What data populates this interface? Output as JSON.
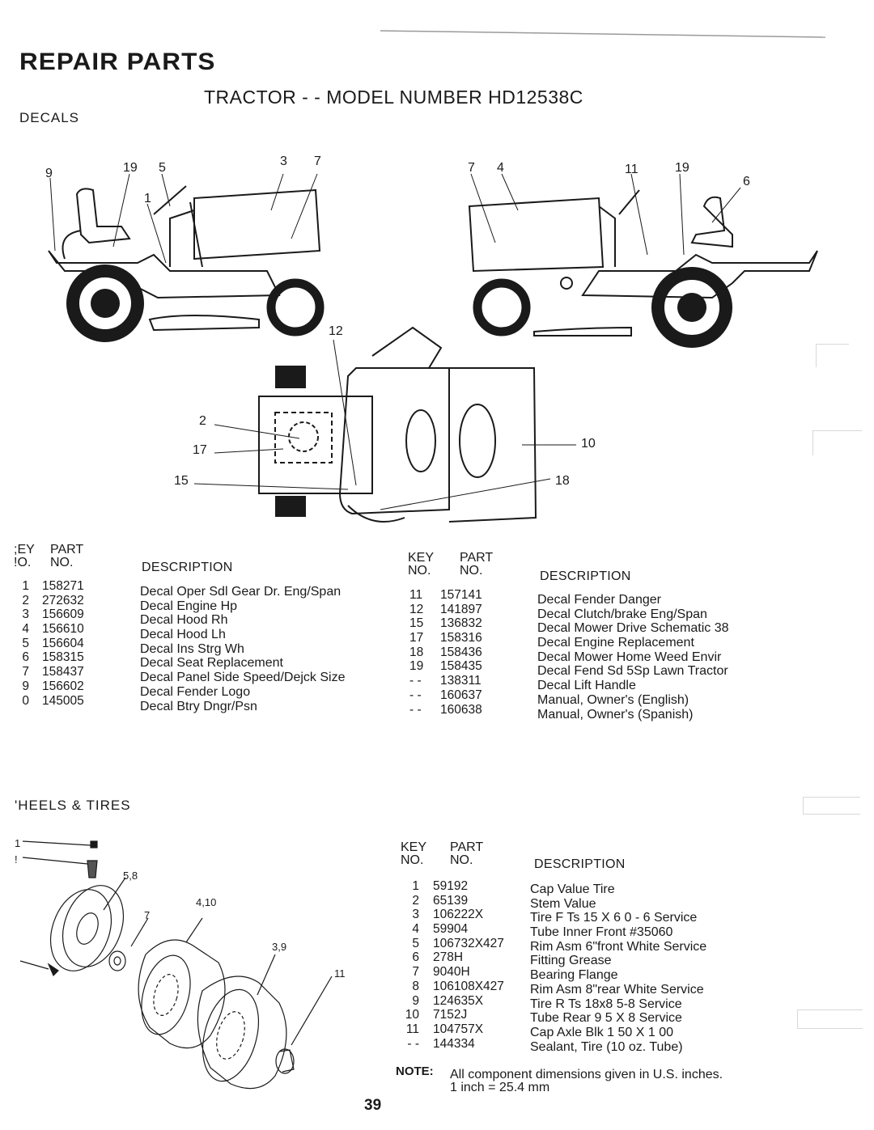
{
  "header": {
    "title": "REPAIR PARTS",
    "model_line": "TRACTOR - - MODEL NUMBER HD12538C",
    "section_decals": "DECALS",
    "section_wheels": "'HEELS & TIRES"
  },
  "decals_diagram": {
    "callouts_left": [
      "9",
      "19",
      "5",
      "3",
      "7",
      "1"
    ],
    "callouts_right": [
      "7",
      "4",
      "11",
      "19",
      "6"
    ],
    "callouts_top": [
      "12",
      "2",
      "17",
      "15",
      "10",
      "18"
    ]
  },
  "decals_table_left": {
    "header_key": [
      ";EY",
      "!O."
    ],
    "header_part": [
      "PART",
      "NO."
    ],
    "header_desc": "DESCRIPTION",
    "keys": [
      "1",
      "2",
      "3",
      "4",
      "5",
      "6",
      "7",
      "9",
      "0"
    ],
    "parts": [
      "158271",
      "272632",
      "156609",
      "156610",
      "156604",
      "158315",
      "158437",
      "156602",
      "145005"
    ],
    "descs": [
      "Decal Oper Sdl Gear Dr. Eng/Span",
      "Decal Engine Hp",
      "Decal Hood Rh",
      "Decal Hood Lh",
      "Decal Ins Strg Wh",
      "Decal Seat Replacement",
      "Decal Panel Side Speed/Dejck Size",
      "Decal Fender Logo",
      "Decal Btry Dngr/Psn"
    ]
  },
  "decals_table_right": {
    "header_key": [
      "KEY",
      "NO."
    ],
    "header_part": [
      "PART",
      "NO."
    ],
    "header_desc": "DESCRIPTION",
    "keys": [
      "11",
      "12",
      "15",
      "17",
      "18",
      "19",
      "- -",
      "- -",
      "- -"
    ],
    "parts": [
      "157141",
      "141897",
      "136832",
      "158316",
      "158436",
      "158435",
      "138311",
      "160637",
      "160638"
    ],
    "descs": [
      "Decal Fender Danger",
      "Decal Clutch/brake Eng/Span",
      "Decal Mower Drive Schematic 38",
      "Decal Engine Replacement",
      "Decal Mower Home Weed Envir",
      "Decal Fend Sd 5Sp Lawn Tractor",
      "Decal Lift Handle",
      "Manual, Owner's (English)",
      "Manual, Owner's (Spanish)"
    ]
  },
  "wheels_diagram": {
    "callouts": [
      "1",
      "!",
      "5,8",
      "4,10",
      "7",
      "3,9",
      "11"
    ]
  },
  "wheels_table": {
    "header_key": [
      "KEY",
      "NO."
    ],
    "header_part": [
      "PART",
      "NO."
    ],
    "header_desc": "DESCRIPTION",
    "keys": [
      "1",
      "2",
      "3",
      "4",
      "5",
      "6",
      "7",
      "8",
      "9",
      "10",
      "11",
      "- -"
    ],
    "parts": [
      "59192",
      "65139",
      "106222X",
      "59904",
      "106732X427",
      "278H",
      "9040H",
      "106108X427",
      "124635X",
      "7152J",
      "104757X",
      "144334"
    ],
    "descs": [
      "Cap Value Tire",
      "Stem Value",
      "Tire F Ts 15 X 6 0 - 6 Service",
      "Tube Inner Front #35060",
      "Rim Asm 6\"front White Service",
      "Fitting Grease",
      "Bearing Flange",
      "Rim Asm 8\"rear White Service",
      "Tire R Ts 18x8 5-8 Service",
      "Tube Rear 9 5 X 8 Service",
      "Cap Axle Blk 1 50 X 1 00",
      "Sealant, Tire (10 oz. Tube)"
    ]
  },
  "note": {
    "label": "NOTE:",
    "line1": "All component dimensions given in U.S. inches.",
    "line2": "1 inch = 25.4 mm"
  },
  "page_number": "39"
}
